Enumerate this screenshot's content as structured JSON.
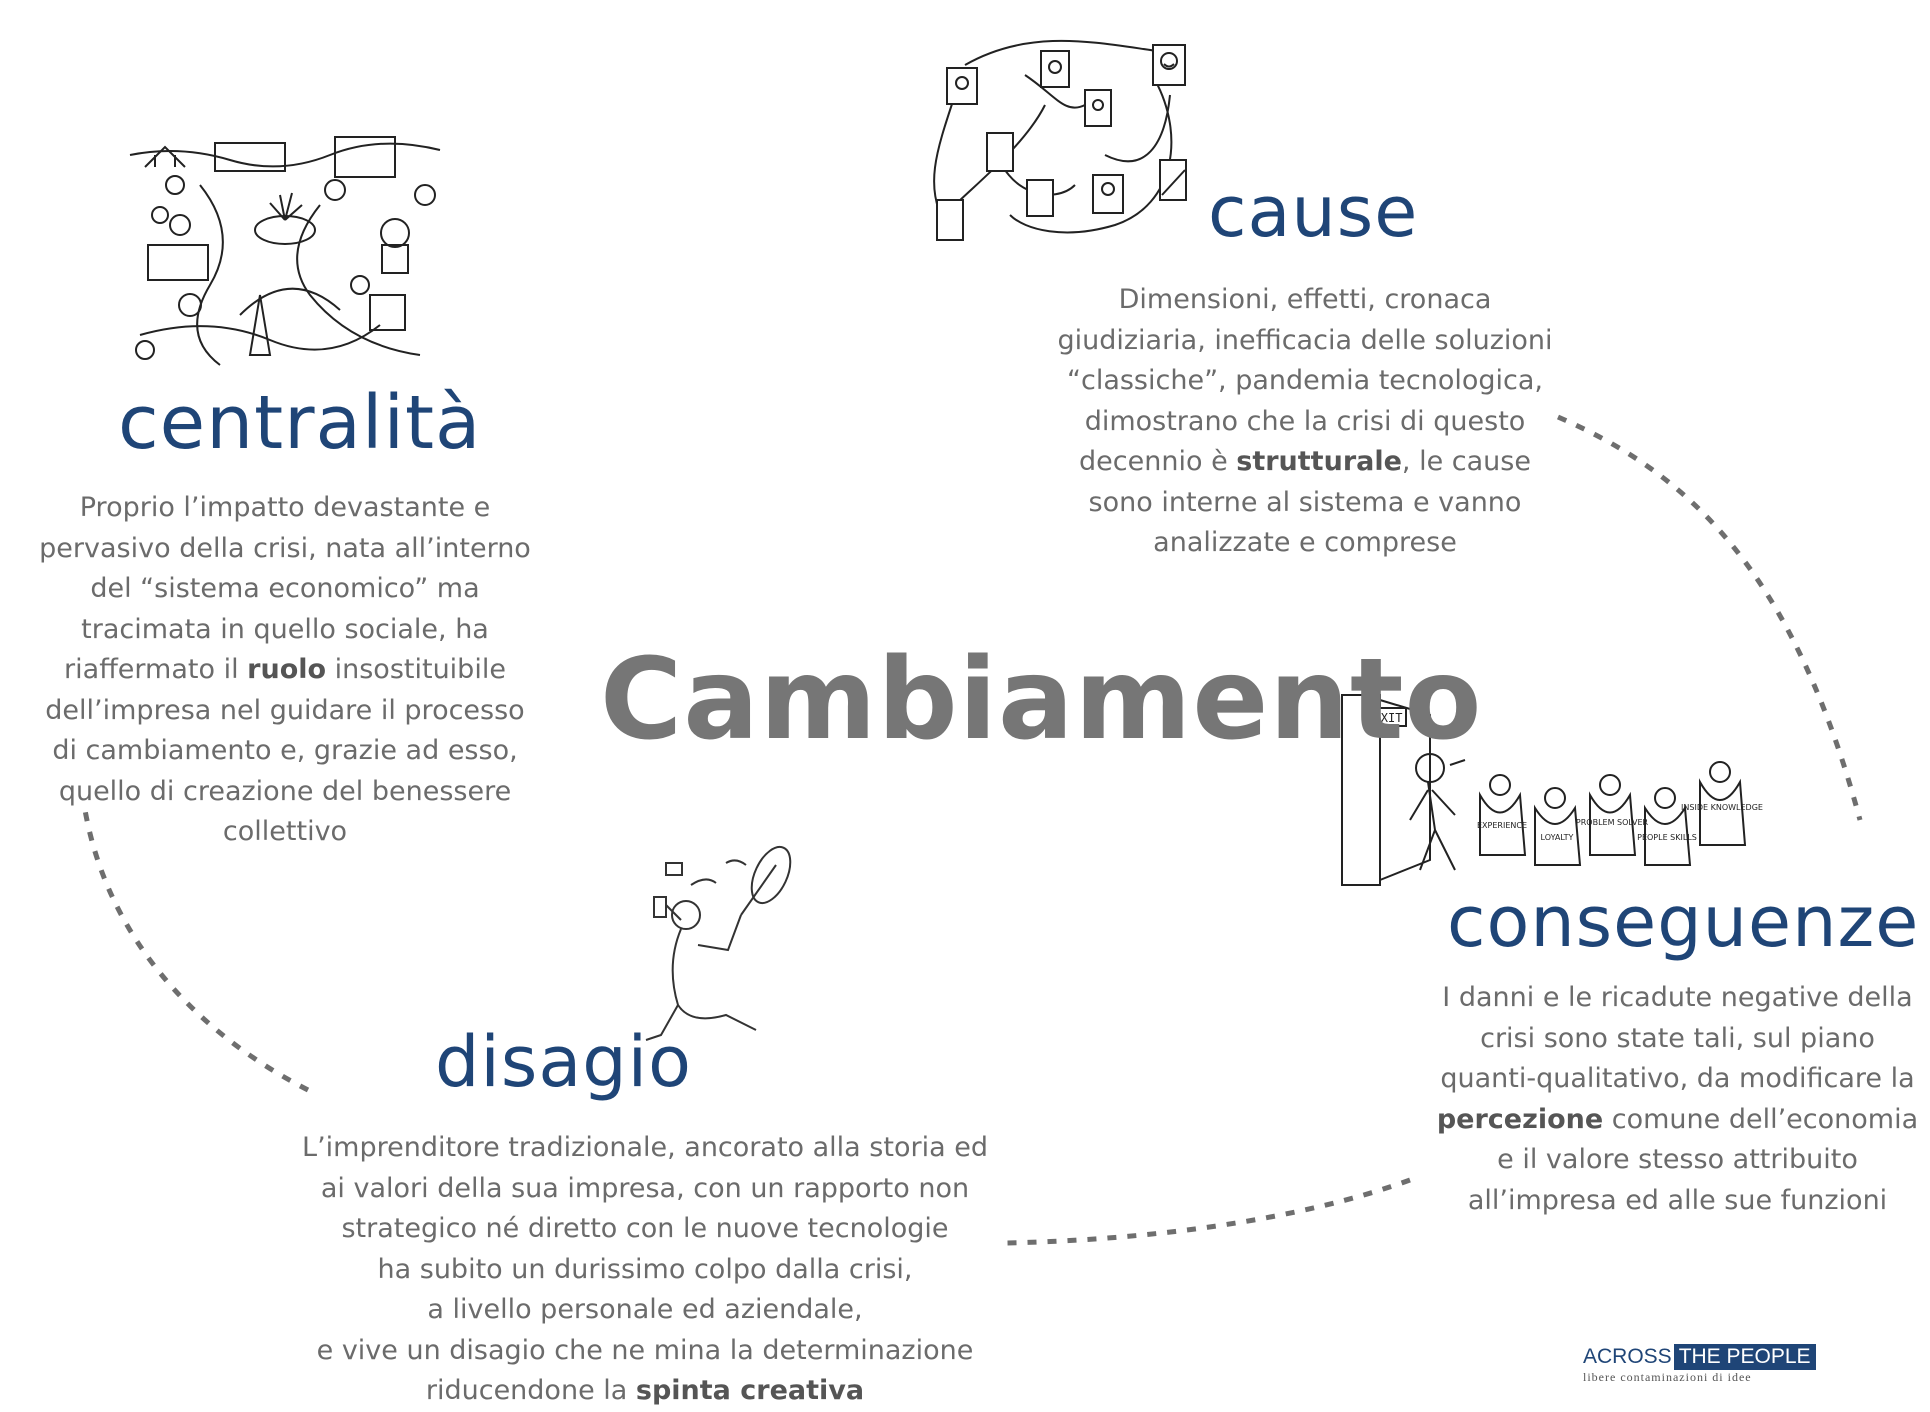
{
  "title": "Cambiamento",
  "sections": {
    "centralita": {
      "heading": "centralità",
      "lines": [
        [
          "Proprio l’impatto devastante e"
        ],
        [
          "pervasivo della crisi, nata all’interno"
        ],
        [
          "del “sistema economico” ma"
        ],
        [
          "tracimata in quello sociale, ha"
        ],
        [
          "riaffermato il ",
          "ruolo",
          " insostituibile"
        ],
        [
          "dell’impresa nel guidare il processo"
        ],
        [
          "di cambiamento e, grazie ad esso,"
        ],
        [
          "quello di creazione del benessere"
        ],
        [
          "collettivo"
        ]
      ]
    },
    "cause": {
      "heading": "cause",
      "lines": [
        [
          "Dimensioni, effetti, cronaca"
        ],
        [
          "giudiziaria, inefficacia delle soluzioni"
        ],
        [
          "“classiche”, pandemia tecnologica,"
        ],
        [
          "dimostrano che la crisi di questo"
        ],
        [
          "decennio è ",
          "strutturale",
          ", le cause"
        ],
        [
          "sono interne al sistema e vanno"
        ],
        [
          "analizzate e comprese"
        ]
      ]
    },
    "conseguenze": {
      "heading": "conseguenze",
      "lines": [
        [
          "I danni e le ricadute negative della"
        ],
        [
          "crisi sono state tali, sul piano"
        ],
        [
          "quanti-qualitativo, da modificare la"
        ],
        [
          "",
          "percezione",
          " comune dell’economia"
        ],
        [
          "e il valore stesso attribuito"
        ],
        [
          "all’impresa ed alle sue funzioni"
        ]
      ]
    },
    "disagio": {
      "heading": "disagio",
      "lines": [
        [
          "L’imprenditore tradizionale, ancorato alla storia ed"
        ],
        [
          "ai valori della sua impresa, con un rapporto non"
        ],
        [
          "strategico né diretto con le nuove tecnologie"
        ],
        [
          "ha subito un durissimo colpo dalla crisi,"
        ],
        [
          "a livello personale ed aziendale,"
        ],
        [
          "e vive un disagio che ne mina la determinazione"
        ],
        [
          "riducendone la ",
          "spinta creativa",
          ""
        ]
      ]
    }
  },
  "illustration_labels": {
    "exit_sign": "EXIT",
    "badges": [
      "EXPERIENCE",
      "LOYALTY",
      "PROBLEM SOLVER",
      "PEOPLE SKILLS",
      "INSIDE KNOWLEDGE"
    ]
  },
  "logo": {
    "left": "ACROSS",
    "right": "THE PEOPLE",
    "tagline": "libere contaminazioni di idee"
  },
  "colors": {
    "heading": "#1f4577",
    "body": "#6b6b6b",
    "title": "#767676",
    "dashes": "#6e6e6e"
  }
}
